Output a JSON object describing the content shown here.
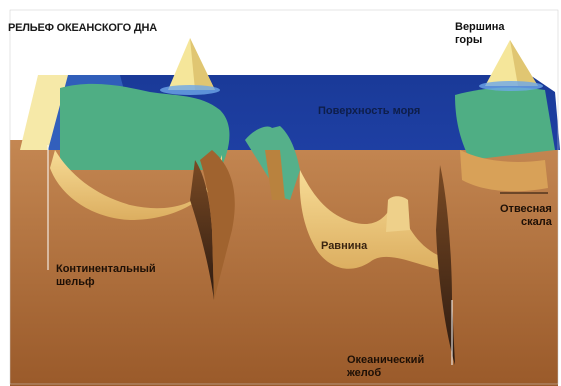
{
  "diagram": {
    "title": "РЕЛЬЕФ ОКЕАНСКОГО ДНА",
    "labels": {
      "summit": "Вершина\nгоры",
      "sea_surface": "Поверхность моря",
      "plain": "Равнина",
      "cliff": "Отвесная\nскала",
      "continental_shelf": "Континентальный\nшельф",
      "ocean_trench": "Океанический\nжелоб"
    },
    "colors": {
      "sea_deep": "#1c3f9e",
      "sea_light": "#3f77cf",
      "ground": "#b37442",
      "seabed": "#f1d28a",
      "vegetation": "#4ea982",
      "peak": "#f4e59a"
    }
  }
}
